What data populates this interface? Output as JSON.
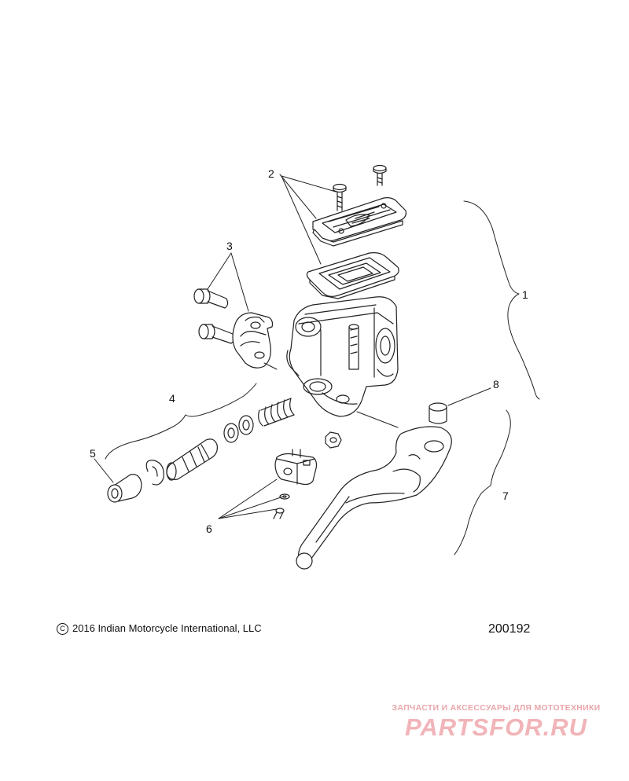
{
  "callouts": {
    "c1": "1",
    "c2": "2",
    "c3": "3",
    "c4": "4",
    "c5": "5",
    "c6": "6",
    "c7": "7",
    "c8": "8"
  },
  "footer": {
    "copyright_symbol": "C",
    "copyright": "2016 Indian Motorcycle International, LLC",
    "diagram_number": "200192"
  },
  "watermark": {
    "tagline": "ЗАПЧАСТИ И АКСЕССУАРЫ ДЛЯ МОТОТЕХНИКИ",
    "brand": "PARTSFOR.RU"
  }
}
